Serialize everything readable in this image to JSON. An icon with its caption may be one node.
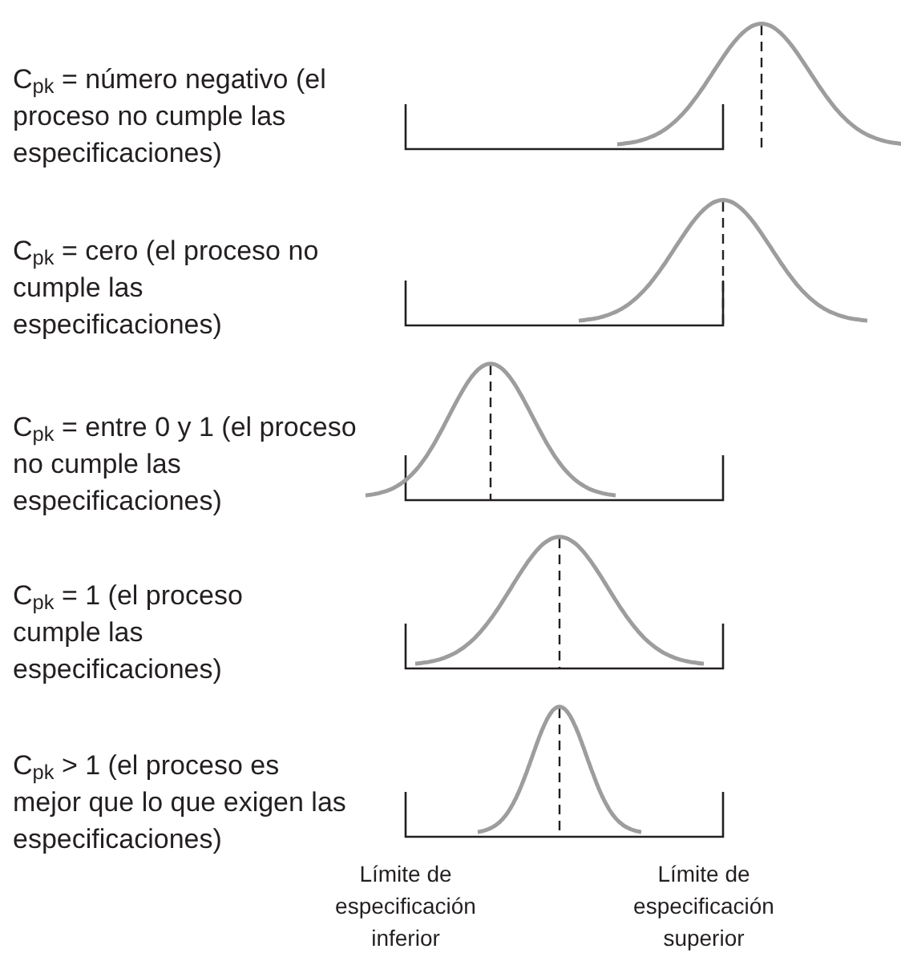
{
  "diagram": {
    "labels": [
      "C$_{pk}$ = número negativo (el proceso no cumple las especificaciones)",
      "C$_{pk}$ = cero (el proceso no cumple las especificaciones)",
      "C$_{pk}$ = entre 0 y 1 (el proceso no cumple las especificaciones)",
      "C$_{pk}$ = 1 (el proceso cumple las especificaciones)",
      "C$_{pk}$ > 1 (el proceso es mejor que lo que exigen las especificaciones)",
      "Límite de especificación inferior",
      "Límite de especificación superior"
    ]
  }
}
